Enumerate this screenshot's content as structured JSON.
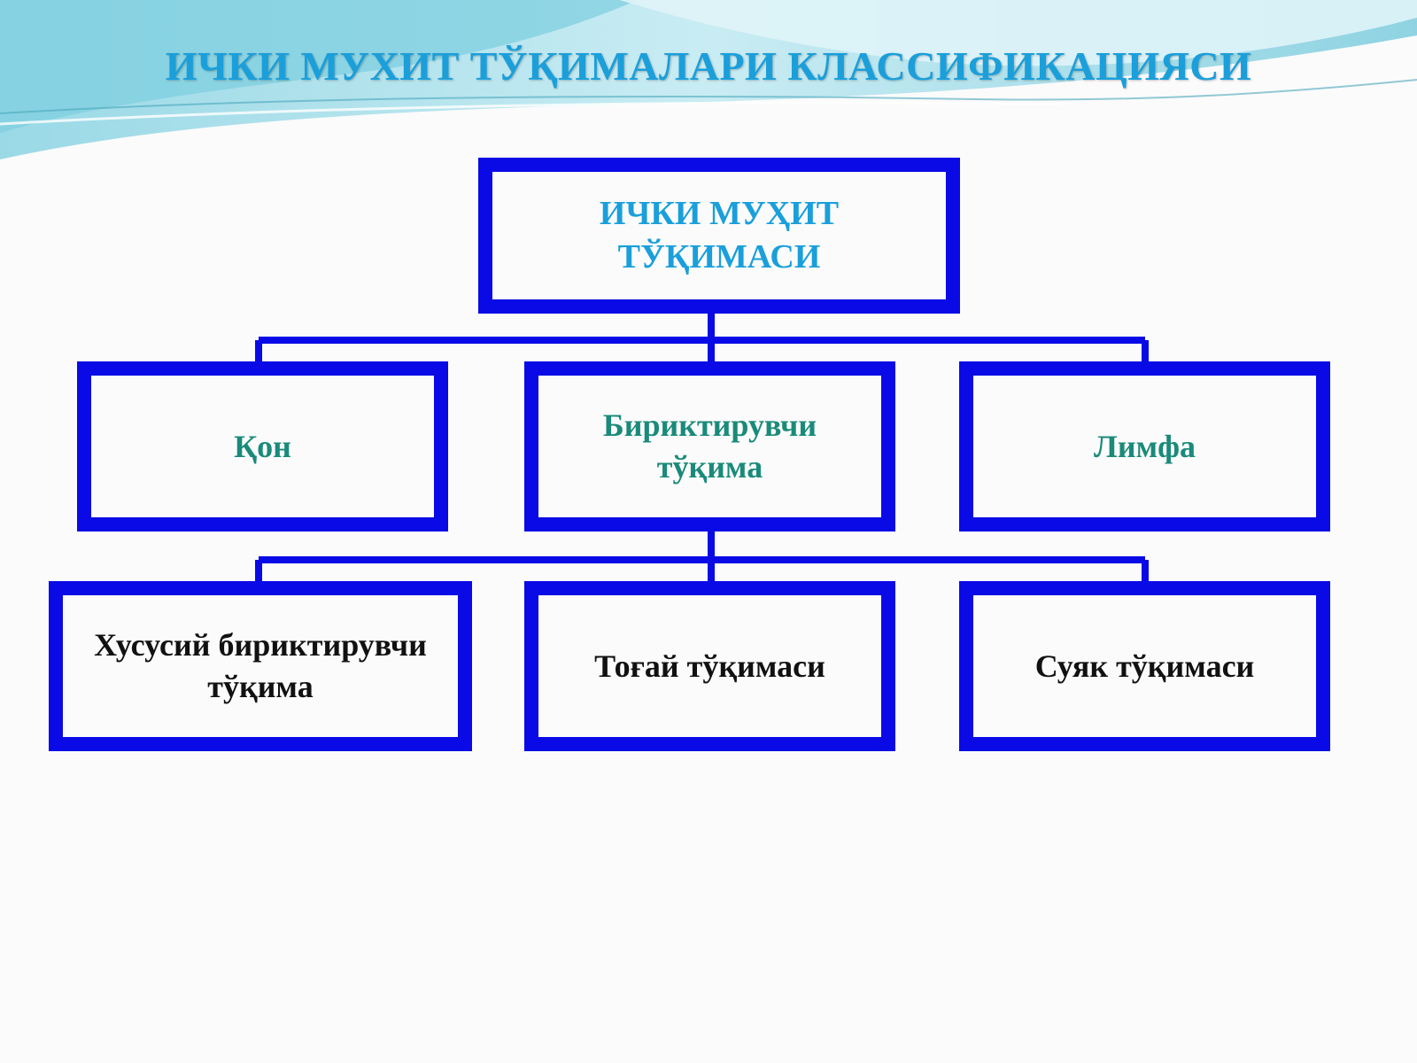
{
  "title": "ИЧКИ МУХИТ ТЎҚИМАЛАРИ КЛАССИФИКАЦИЯСИ",
  "colors": {
    "title": "#1a9fdb",
    "root_text": "#1a9fdb",
    "level1_text": "#1a8a7a",
    "level2_text": "#111111",
    "box_border": "#0a0ae6",
    "connector": "#0a0ae6",
    "wave_dark": "#7ccfe0",
    "wave_light": "#c8ecf3"
  },
  "nodes": {
    "root": {
      "line1": "ИЧКИ МУҲИТ",
      "line2": "ТЎҚИМАСИ"
    },
    "blood": {
      "label": "Қон"
    },
    "connective": {
      "line1": "Бириктирувчи",
      "line2": "тўқима"
    },
    "lymph": {
      "label": "Лимфа"
    },
    "proper_connective": {
      "line1": "Хусусий бириктирувчи",
      "line2": "тўқима"
    },
    "cartilage": {
      "label": "Тоғай тўқимаси"
    },
    "bone": {
      "label": "Суяк тўқимаси"
    }
  }
}
